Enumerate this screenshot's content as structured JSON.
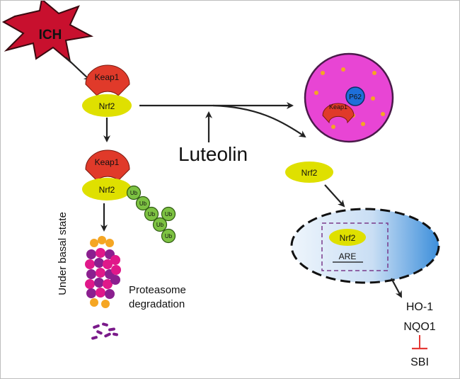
{
  "labels": {
    "ich": "ICH",
    "keap1": "Keap1",
    "nrf2": "Nrf2",
    "ub": "Ub",
    "p62": "P62",
    "luteolin": "Luteolin",
    "basal_state": "Under basal state",
    "proteasome_line1": "Proteasome",
    "proteasome_line2": "degradation",
    "are": "ARE",
    "ho1": "HO-1",
    "nqo1": "NQO1",
    "sbi": "SBI"
  },
  "colors": {
    "ich_burst": "#c8102e",
    "keap1": "#e03a2a",
    "nrf2": "#dfe000",
    "ub": "#7dc242",
    "lysosome": "#e845d4",
    "p62": "#1e6fd9",
    "vesicle": "#f5a623",
    "nucleus_light": "#e8f1fb",
    "nucleus_dark": "#3a8fdc",
    "proteasome_core": "#e0188a",
    "proteasome_ring": "#8b1f8f",
    "proteasome_cap": "#f5a623",
    "inhibition": "#e53935"
  }
}
